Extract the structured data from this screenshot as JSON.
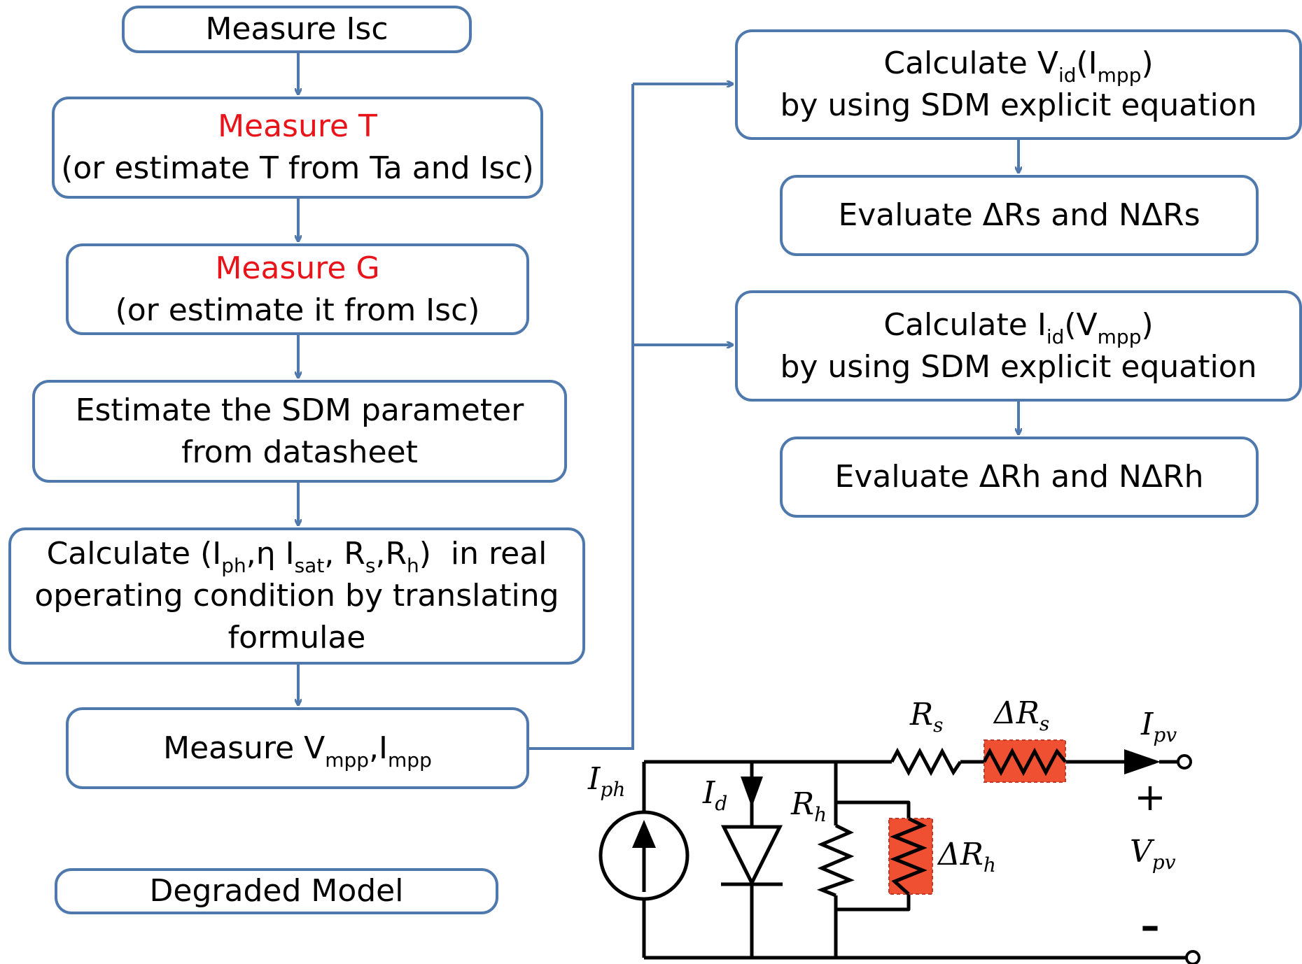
{
  "left_flow": {
    "measure_isc": "Measure Isc",
    "measure_t": {
      "title": "Measure T",
      "note": "(or estimate T from Ta and Isc)"
    },
    "measure_g": {
      "title": "Measure G",
      "note": "(or estimate it from Isc)"
    },
    "estimate_sdm": {
      "line1": "Estimate the SDM parameter",
      "line2": "from  datasheet"
    },
    "calculate_params": {
      "open": "Calculate (I",
      "ph": "ph",
      "eta": ",η I",
      "sat": "sat",
      "rs": ", R",
      "s": "s",
      "rh": ",R",
      "h": "h",
      "close": ")  in real",
      "line2": "operating condition by translating",
      "line3": "formulae"
    },
    "measure_vmpp": {
      "text": "Measure V",
      "mpp1": "mpp",
      "mid": ",I",
      "mpp2": "mpp"
    },
    "degraded_model": "Degraded Model"
  },
  "right_flow": {
    "calc_vid": {
      "prefix": "Calculate V",
      "id": "id",
      "mid": "(I",
      "mpp": "mpp",
      "close": ")",
      "line2": "by using SDM explicit equation"
    },
    "evaluate_rs": "Evaluate ΔRs and NΔRs",
    "calc_iid": {
      "prefix": "Calculate I",
      "id": "id",
      "mid": "(V",
      "mpp": "mpp",
      "close": ")",
      "line2": "by using SDM explicit equation"
    },
    "evaluate_rh": "Evaluate ΔRh and NΔRh"
  },
  "circuit": {
    "rs": {
      "main": "R",
      "sub": "s"
    },
    "delta_rs": {
      "main": "ΔR",
      "sub": "s"
    },
    "ipv": {
      "main": "I",
      "sub": "pv"
    },
    "iph": {
      "main": "I",
      "sub": "ph"
    },
    "id": {
      "main": "I",
      "sub": "d"
    },
    "rh": {
      "main": "R",
      "sub": "h"
    },
    "delta_rh": {
      "main": "ΔR",
      "sub": "h"
    },
    "plus": "+",
    "vpv": {
      "main": "V",
      "sub": "pv"
    },
    "minus": "–"
  },
  "colors": {
    "box_border": "#4f79ad",
    "emphasis": "#e8141a",
    "degradation_fill": "#f05032"
  }
}
